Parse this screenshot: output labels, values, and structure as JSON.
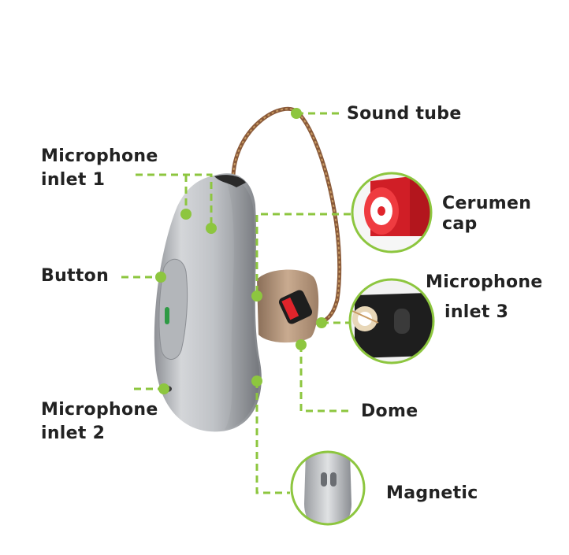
{
  "labels": {
    "sound_tube": "Sound tube",
    "mic1_line1": "Microphone",
    "mic1_line2": "inlet 1",
    "cerumen_line1": "Cerumen",
    "cerumen_line2": "cap",
    "button": "Button",
    "mic3_line1": "Microphone",
    "mic3_line2": "inlet 3",
    "mic2_line1": "Microphone",
    "mic2_line2": "inlet 2",
    "dome": "Dome",
    "magnetic": "Magnetic"
  },
  "colors": {
    "leader": "#8dc63f",
    "body": "#b9bcc0",
    "dome": "#b89a80",
    "cap": "#e0242b",
    "text": "#222222"
  }
}
